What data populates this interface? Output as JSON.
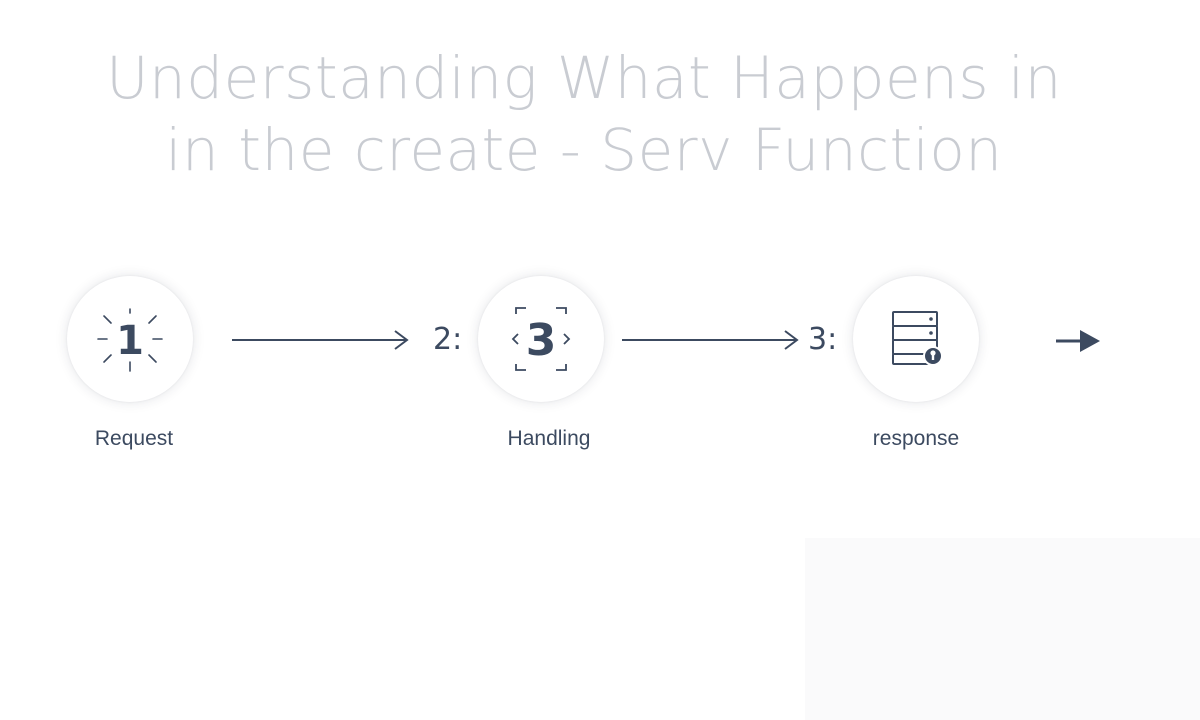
{
  "title": {
    "line1": "Understanding What Happens in",
    "line2": "in the create - Serv Function"
  },
  "steps": [
    {
      "badge": "1",
      "caption": "Request",
      "icon": "burst-number-icon"
    },
    {
      "prefix": "2:",
      "badge": "3",
      "caption": "Handling",
      "icon": "bracketed-number-icon"
    },
    {
      "prefix": "3:",
      "caption": "response",
      "icon": "server-icon"
    }
  ],
  "colors": {
    "ink": "#3c4a60",
    "title": "#c9ccd2",
    "circle_shadow": "#283246"
  }
}
